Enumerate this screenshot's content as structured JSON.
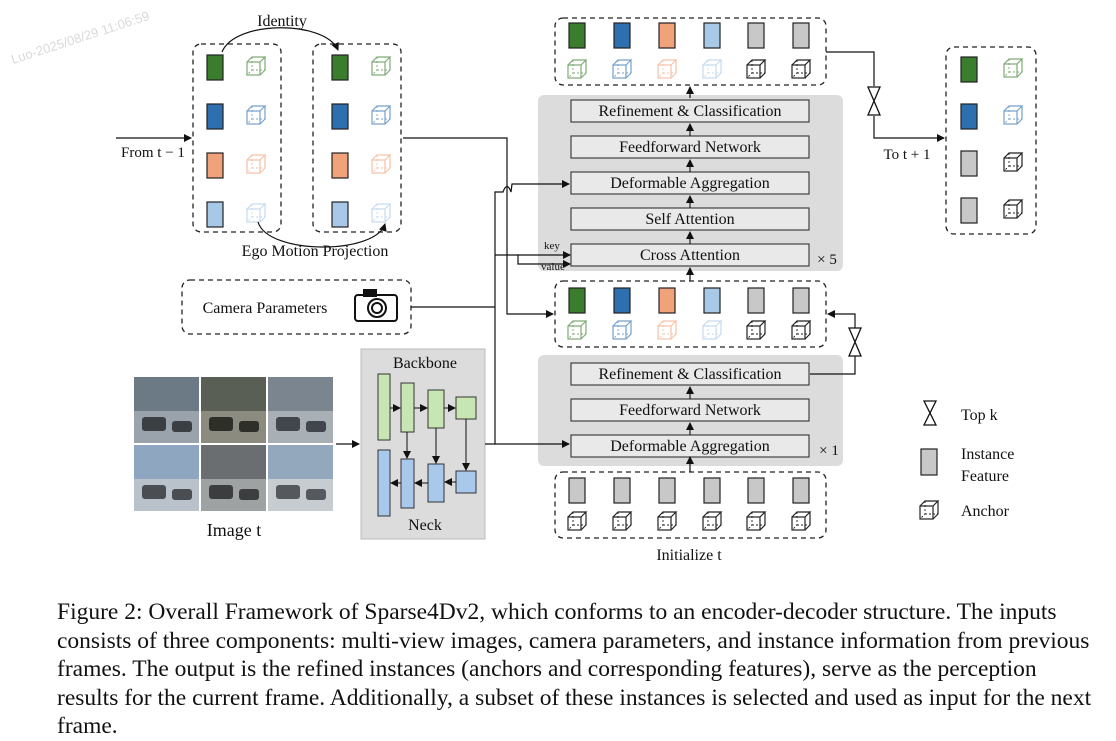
{
  "labels": {
    "identity": "Identity",
    "from_prev": "From t − 1",
    "ego_motion": "Ego Motion Projection",
    "camera_params": "Camera Parameters",
    "backbone": "Backbone",
    "neck": "Neck",
    "image": "Image t",
    "initialize": "Initialize t",
    "to_next": "To t + 1",
    "key": "key",
    "value": "value",
    "repeat_top": "× 5",
    "repeat_bottom": "× 1"
  },
  "decoder_top": {
    "layers": [
      "Refinement & Classification",
      "Feedforward Network",
      "Deformable Aggregation",
      "Self Attention",
      "Cross Attention"
    ]
  },
  "decoder_bottom": {
    "layers": [
      "Refinement & Classification",
      "Feedforward Network",
      "Deformable Aggregation"
    ]
  },
  "legend": {
    "top_k": "Top k",
    "instance_feature": "Instance\nFeature",
    "anchor": "Anchor"
  },
  "colors": {
    "dark_green": "#3a7d2c",
    "dark_blue": "#2e6fb0",
    "orange": "#f0a27a",
    "light_blue": "#a8c8e8",
    "gray": "#c8c8c8",
    "panel_bg": "#dcdcdc",
    "backbone_green": "#c8e6b4",
    "neck_blue": "#a8c8ec"
  },
  "caption": "Figure 2: Overall Framework of Sparse4Dv2, which conforms to an encoder-decoder structure. The inputs consists of three components: multi-view images, camera parameters, and instance information from previous frames. The output is the refined instances (anchors and corresponding features), serve as the perception results for the current frame. Additionally, a subset of these instances is selected and used as input for the next frame."
}
